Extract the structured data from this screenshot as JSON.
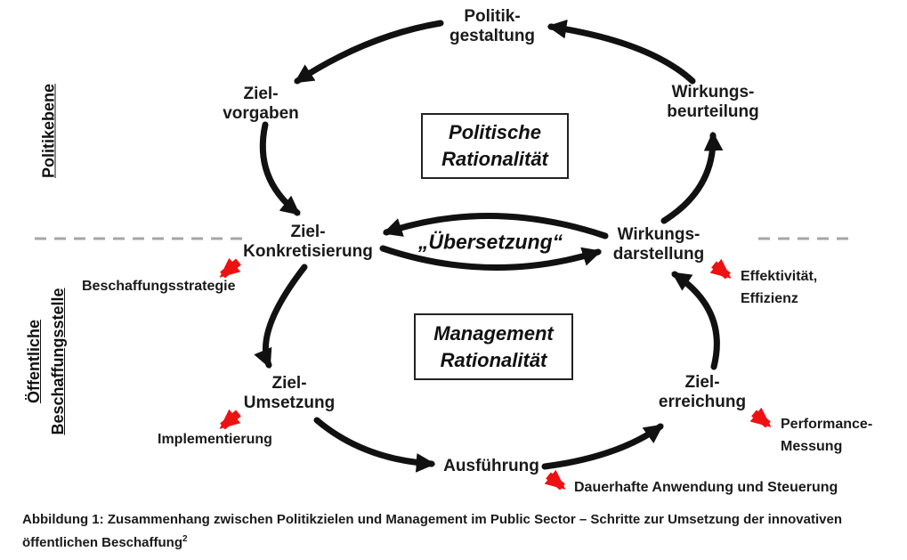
{
  "figure": {
    "nodes": {
      "politikgestaltung": {
        "line1": "Politik-",
        "line2": "gestaltung"
      },
      "zielvorgaben": {
        "line1": "Ziel-",
        "line2": "vorgaben"
      },
      "wirkungsbeurteilung": {
        "line1": "Wirkungs-",
        "line2": "beurteilung"
      },
      "zielkonkretisierung": {
        "line1": "Ziel-",
        "line2": "Konkretisierung"
      },
      "wirkungsdarstellung": {
        "line1": "Wirkungs-",
        "line2": "darstellung"
      },
      "zielumsetzung": {
        "line1": "Ziel-",
        "line2": "Umsetzung"
      },
      "zielerreichung": {
        "line1": "Ziel-",
        "line2": "erreichung"
      },
      "ausfuehrung": {
        "line1": "Ausführung"
      }
    },
    "rationality_boxes": {
      "politisch": {
        "line1": "Politische",
        "line2": "Rationalität"
      },
      "management": {
        "line1": "Management",
        "line2": "Rationalität"
      }
    },
    "uebersetzung_label": "„Übersetzung“",
    "level_labels": {
      "politikebene": "Politikebene",
      "beschaffungsstelle": {
        "line1": "Öffentliche",
        "line2": "Beschaffungsstelle"
      }
    },
    "red_annotations": {
      "beschaffungsstrategie": "Beschaffungsstrategie",
      "implementierung": "Implementierung",
      "dauerhafte_anwendung": "Dauerhafte Anwendung und Steuerung",
      "performance_messung": {
        "line1": "Performance-",
        "line2": "Messung"
      },
      "effektivitaet_effizienz": {
        "line1": "Effektivität,",
        "line2": "Effizienz"
      }
    },
    "colors": {
      "arrow_black": "#111111",
      "arrow_red": "#ee1111",
      "dash_gray": "#a6a6a6",
      "text_black": "#1a1a1a"
    }
  },
  "caption": {
    "line1": "Abbildung 1: Zusammenhang zwischen Politikzielen und Management im Public Sector – Schritte zur Umsetzung der innovativen",
    "line2_text": "öffentlichen Beschaffung",
    "line2_sup": "2"
  }
}
